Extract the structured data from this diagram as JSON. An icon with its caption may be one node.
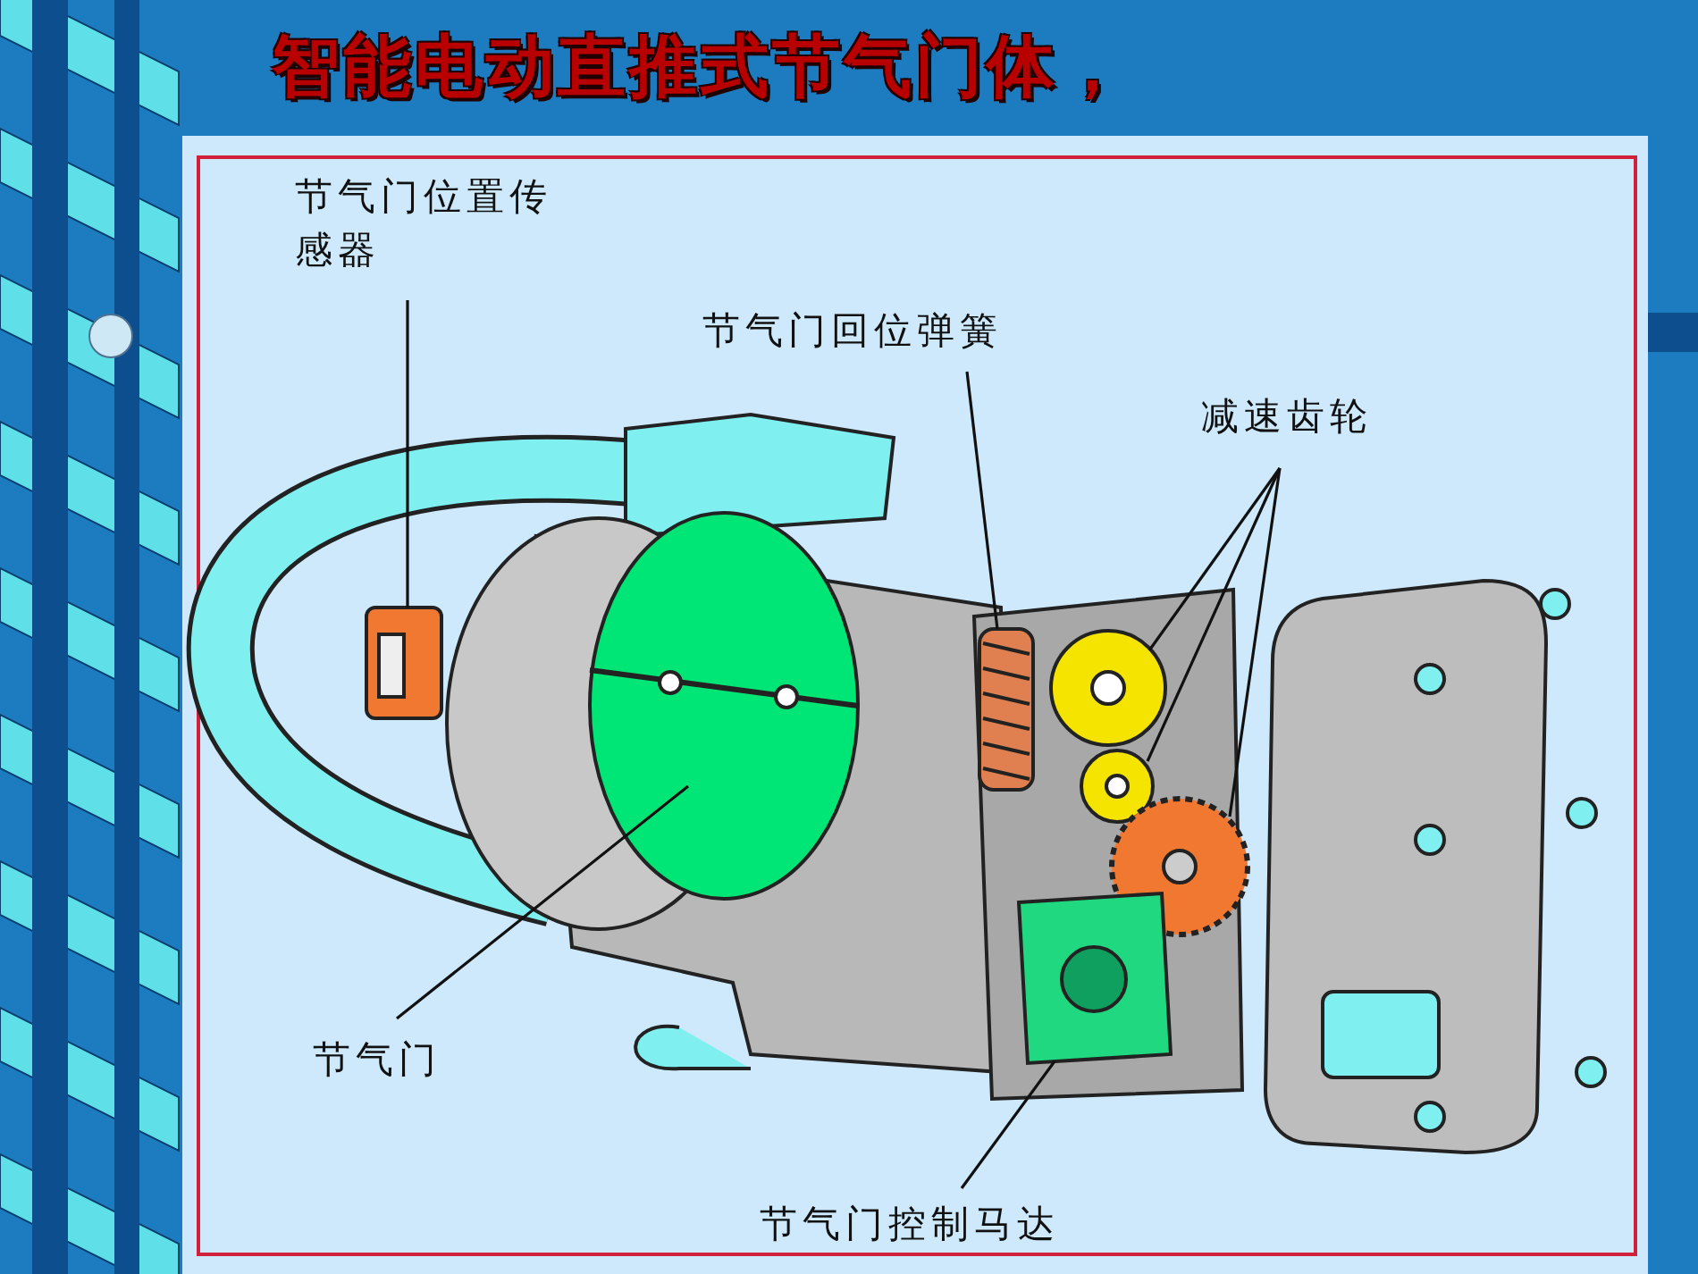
{
  "diagram": {
    "title": "智能电动直推式节气门体，",
    "nodes": [
      {
        "text": [
          "节气门位置传感器"
        ]
      },
      {
        "text": [],
        "shape": "picture"
      },
      {
        "text": [
          "节气门回位弹簧"
        ]
      },
      {
        "text": [],
        "shape": "picture"
      },
      {
        "text": [
          "减速齿轮"
        ]
      },
      {
        "text": [],
        "shape": "picture"
      },
      {
        "text": [],
        "shape": "picture"
      },
      {
        "text": [],
        "shape": "picture"
      },
      {
        "text": [
          "节气门"
        ]
      },
      {
        "text": [],
        "shape": "picture"
      },
      {
        "text": [
          "节气门控制马达"
        ]
      },
      {
        "text": [],
        "shape": "picture"
      }
    ],
    "edges": [
      {
        "from": 0,
        "to": 1,
        "arrow": "none"
      },
      {
        "from": 2,
        "to": 3,
        "arrow": "none"
      },
      {
        "from": 4,
        "to": 5,
        "arrow": "none"
      },
      {
        "from": 4,
        "to": 6,
        "arrow": "none"
      },
      {
        "from": 4,
        "to": 7,
        "arrow": "none"
      },
      {
        "from": 8,
        "to": 9,
        "arrow": "none"
      },
      {
        "from": 10,
        "to": 11,
        "arrow": "none"
      }
    ]
  }
}
